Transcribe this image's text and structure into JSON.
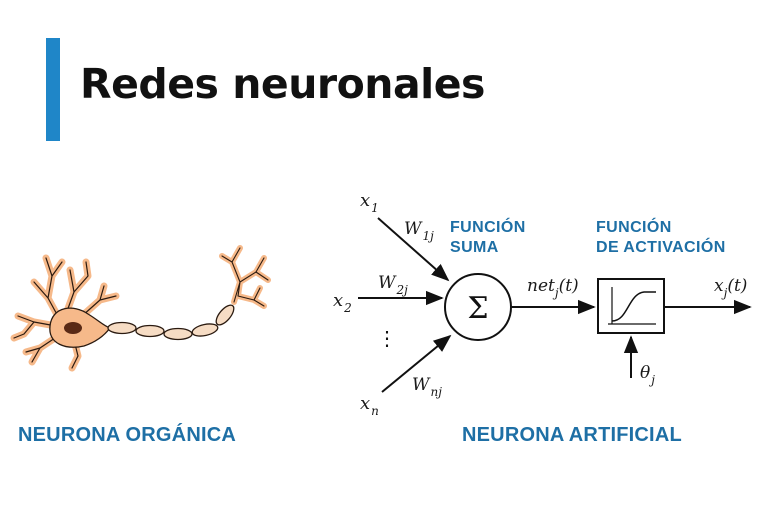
{
  "title": "Redes neuronales",
  "captions": {
    "organic": "NEURONA ORGÁNICA",
    "artificial": "NEURONA ARTIFICIAL"
  },
  "diagram": {
    "inputs": {
      "x1": "x",
      "x1_sub": "1",
      "x2": "x",
      "x2_sub": "2",
      "dots": "⋮",
      "xn": "x",
      "xn_sub": "n"
    },
    "weights": {
      "w1": "W",
      "w1_sub": "1j",
      "w2": "W",
      "w2_sub": "2j",
      "wn": "W",
      "wn_sub": "nj"
    },
    "sum_symbol": "Σ",
    "sum_label_line1": "FUNCIÓN",
    "sum_label_line2": "SUMA",
    "net_label": "net",
    "net_sub": "j",
    "net_arg": "(t)",
    "activation_label_line1": "FUNCIÓN",
    "activation_label_line2": "DE ACTIVACIÓN",
    "output_label": "x",
    "output_sub": "j",
    "output_arg": "(t)",
    "threshold_label": "θ",
    "threshold_sub": "j"
  },
  "colors": {
    "accent": "#1f86c8",
    "caption": "#1e6fa5",
    "neuron_fill": "#f6b98a",
    "neuron_stroke": "#2a1a10",
    "nucleus": "#5a2a16"
  },
  "icons": {
    "organic_neuron": "neuron-illustration",
    "sum": "sigma-node",
    "activation": "sigmoid-box"
  }
}
